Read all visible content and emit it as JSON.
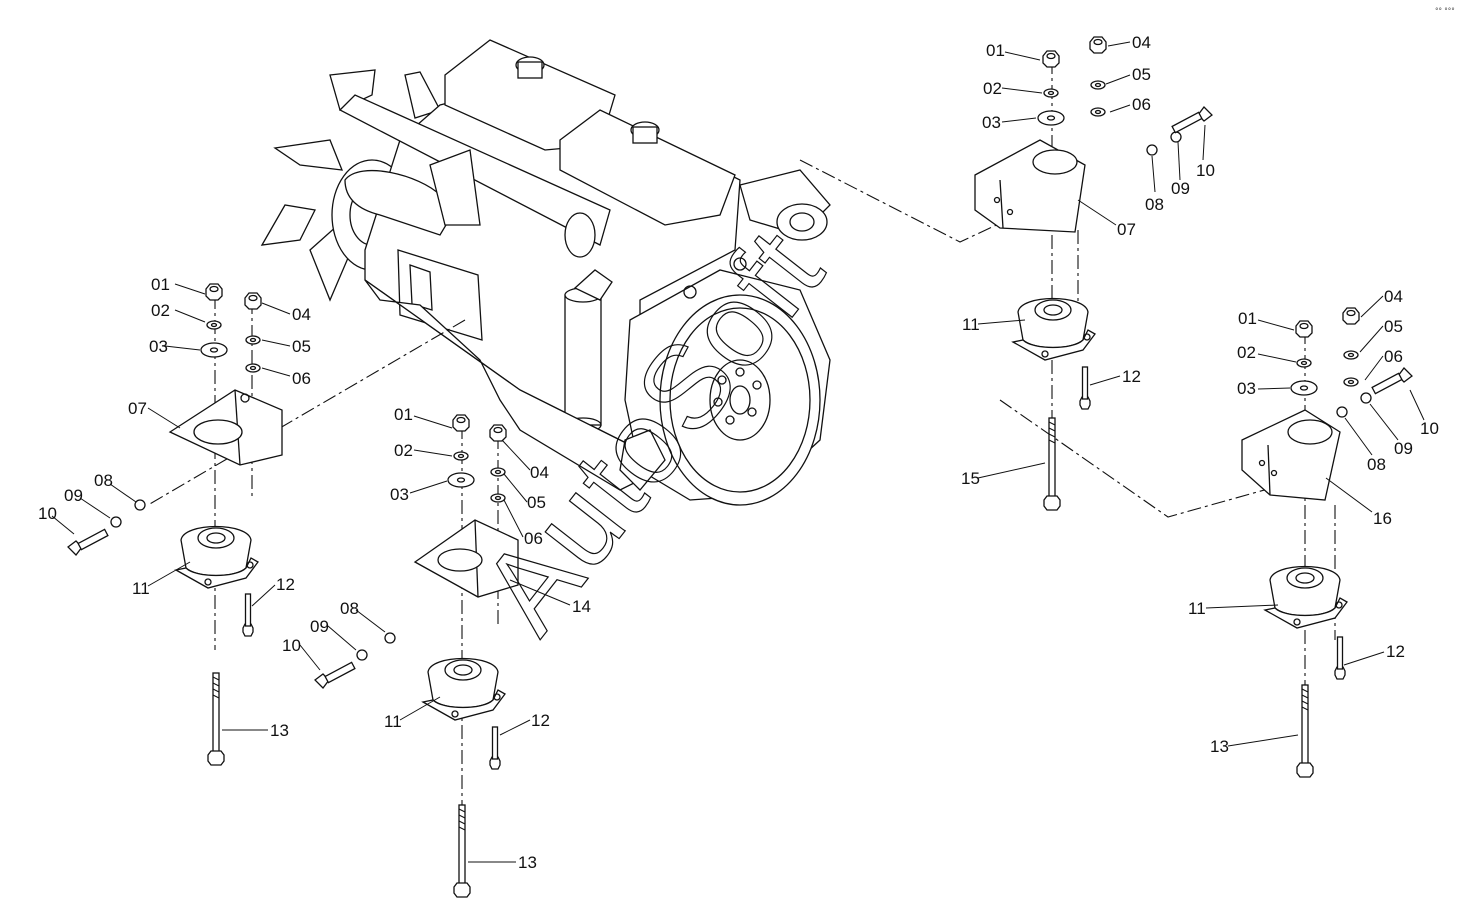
{
  "diagram": {
    "watermark": "AutoSoft",
    "corner_mark": "°° °°°",
    "label_groups": {
      "left": [
        "01",
        "02",
        "03",
        "04",
        "05",
        "06",
        "07",
        "08",
        "09",
        "10",
        "11",
        "12",
        "13"
      ],
      "center": [
        "01",
        "02",
        "03",
        "04",
        "05",
        "06",
        "14",
        "08",
        "09",
        "10",
        "11",
        "12",
        "13"
      ],
      "upper_right": [
        "01",
        "02",
        "03",
        "04",
        "05",
        "06",
        "07",
        "08",
        "09",
        "10",
        "11",
        "12",
        "15"
      ],
      "lower_right": [
        "01",
        "02",
        "03",
        "04",
        "05",
        "06",
        "16",
        "08",
        "09",
        "10",
        "11",
        "12",
        "13"
      ]
    }
  }
}
